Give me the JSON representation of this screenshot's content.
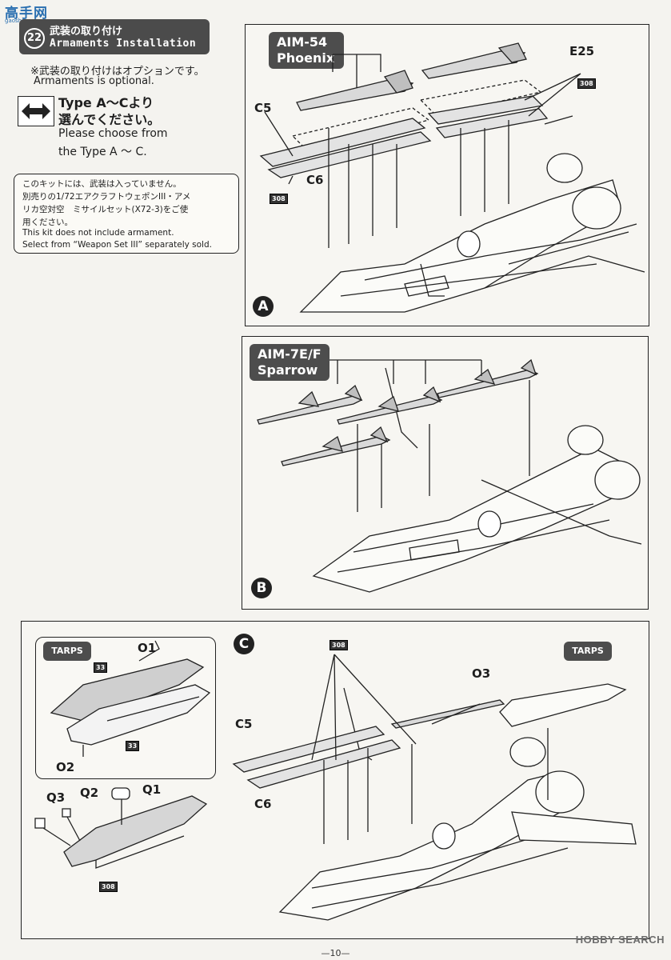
{
  "watermark": {
    "top": "高手网",
    "top_sub": "gaoshouwang.com",
    "bottom": "HOBBY SEARCH"
  },
  "page_number": "—10—",
  "step": {
    "number": "22",
    "title_jp": "武装の取り付け",
    "title_en": "Armaments Installation"
  },
  "note": {
    "jp": "※武装の取り付けはオプションです。",
    "en": "Armaments is optional."
  },
  "choose": {
    "jp_line1": "Type A～Cより",
    "jp_line2": "選んでください。",
    "en_line1": "Please choose from",
    "en_line2": "the Type A ～ C."
  },
  "kit_note": {
    "line1": "このキットには、武装は入っていません。",
    "line2": "別売りの1/72エアクラフトウェポンIII・アメ",
    "line3": "リカ空対空　ミサイルセット(X72-3)をご使",
    "line4": "用ください。",
    "line5": "This kit does not include armament.",
    "line6": "Select from “Weapon Set III” separately sold."
  },
  "panel_a": {
    "letter": "A",
    "title_line1": "AIM-54",
    "title_line2": "Phoenix",
    "parts": {
      "c5": "C5",
      "c6": "C6",
      "e25": "E25"
    },
    "tags": [
      "308",
      "308"
    ]
  },
  "panel_b": {
    "letter": "B",
    "title_line1": "AIM-7E/F",
    "title_line2": "Sparrow"
  },
  "panel_c": {
    "letter": "C",
    "inset_tarps": "TARPS",
    "main_tarps": "TARPS",
    "parts": {
      "o1": "O1",
      "o2": "O2",
      "o3": "O3",
      "q1": "Q1",
      "q2": "Q2",
      "q3": "Q3",
      "c5": "C5",
      "c6": "C6"
    },
    "tags": {
      "t33a": "33",
      "t33b": "33",
      "t308a": "308",
      "t308b": "308"
    }
  }
}
